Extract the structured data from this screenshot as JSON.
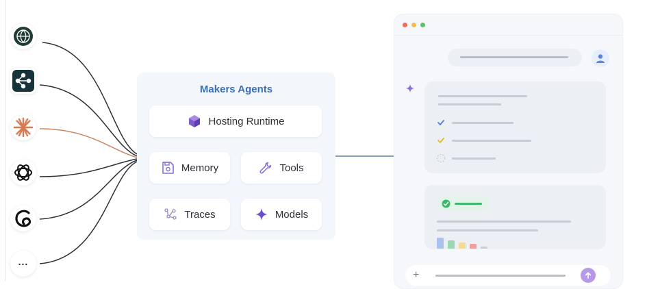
{
  "providers": [
    {
      "icon": "globe-icon"
    },
    {
      "icon": "network-nodes-icon"
    },
    {
      "icon": "asterisk-burst-icon"
    },
    {
      "icon": "openai-knot-icon"
    },
    {
      "icon": "swirl-c-icon"
    },
    {
      "icon": "more-icon",
      "label": "..."
    }
  ],
  "connector_colors": {
    "default": "#2b2f36",
    "highlight": "#c9855f",
    "link": "#5b7fb3"
  },
  "agents": {
    "title": "Makers Agents",
    "hosting": {
      "label": "Hosting Runtime",
      "icon": "cube-icon"
    },
    "memory": {
      "label": "Memory",
      "icon": "floppy-disk-icon"
    },
    "tools": {
      "label": "Tools",
      "icon": "wrench-icon"
    },
    "traces": {
      "label": "Traces",
      "icon": "traces-nodes-icon"
    },
    "models": {
      "label": "Models",
      "icon": "sparkle-icon"
    }
  },
  "chat": {
    "window_dots": [
      "#f06b5b",
      "#f3be4f",
      "#5fc35f"
    ],
    "accent": "#8b6fd6",
    "checklist_colors": [
      "#4f7fd8",
      "#e3b92f",
      "#c9cdd3"
    ],
    "status_color": "#3fb86b",
    "mini_bar_colors": [
      "#a9c3ee",
      "#9ad7b4",
      "#f3dc96",
      "#ef9d9d",
      "#c9cdd3"
    ],
    "mini_bar_levels": [
      1.0,
      0.75,
      0.55,
      0.45,
      0.2
    ]
  }
}
